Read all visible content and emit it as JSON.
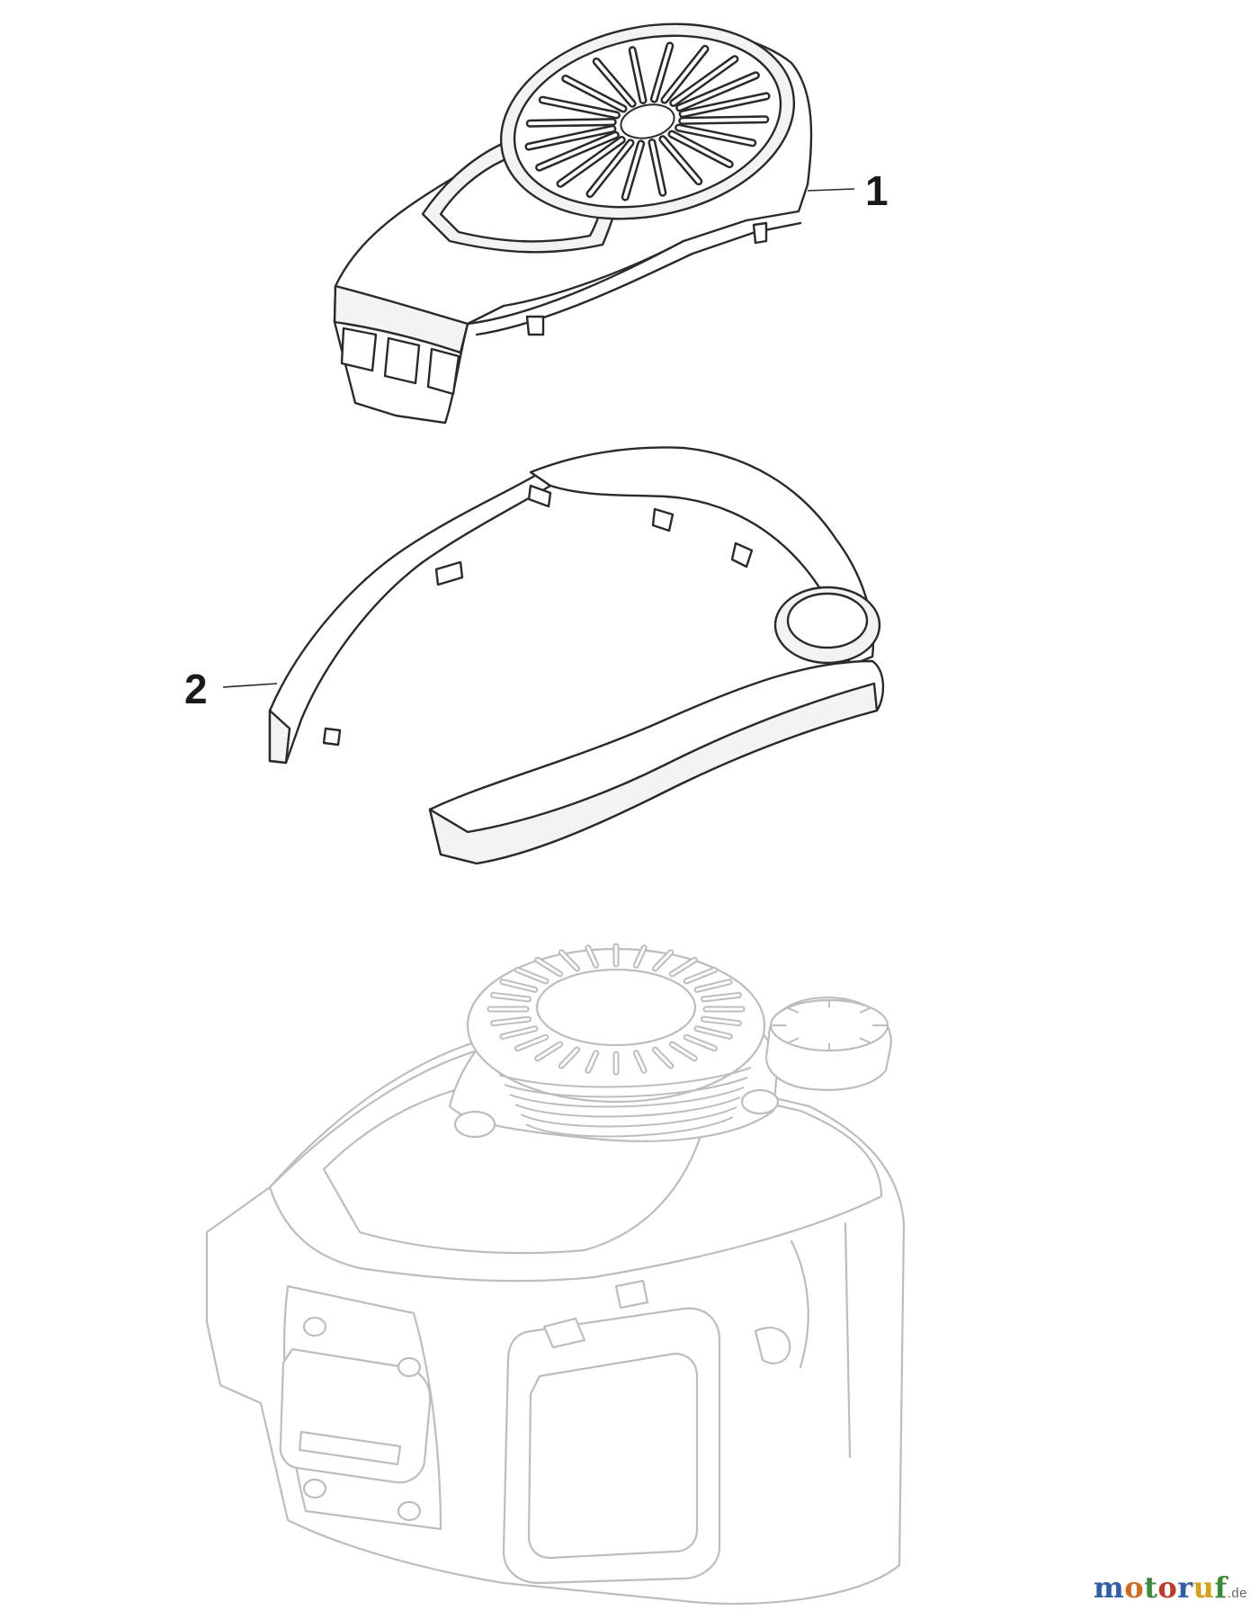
{
  "callouts": [
    {
      "number": "1",
      "part": "engine-top-cover"
    },
    {
      "number": "2",
      "part": "recoil-cover-frame"
    }
  ],
  "watermark": {
    "letters": [
      "m",
      "o",
      "t",
      "o",
      "r",
      "u",
      "f"
    ],
    "letter_colors": [
      "#2e5fa8",
      "#d2691e",
      "#3a8a3a",
      "#c0392b",
      "#2e5fa8",
      "#d4a017",
      "#3a8a3a"
    ],
    "suffix": ".de"
  },
  "colors": {
    "line_dark": "#2a2a2a",
    "line_light": "#bdbdbd",
    "fill_light": "#f3f3f3"
  }
}
